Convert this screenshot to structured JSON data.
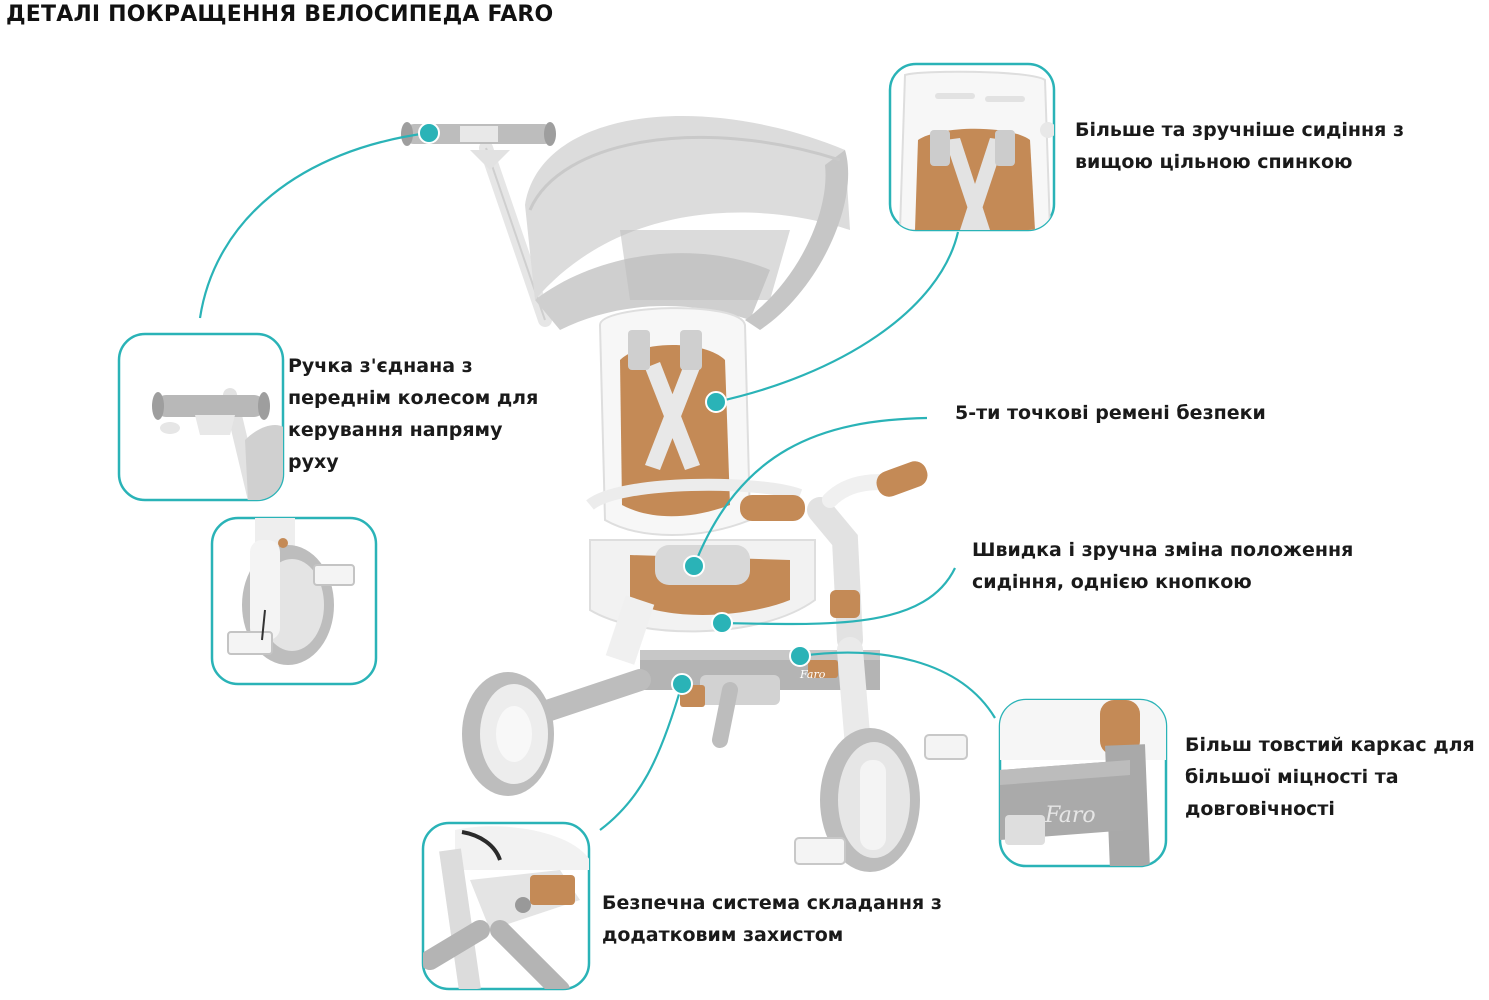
{
  "title": "ДЕТАЛІ ПОКРАЩЕННЯ ВЕЛОСИПЕДА FARO",
  "colors": {
    "accent": "#2ab3b7",
    "frame": "#dcdcdc",
    "frame_dark": "#a9a9a9",
    "seat": "#c48a56",
    "white": "#ffffff"
  },
  "features": {
    "handle": [
      "Ручка з'єднана з",
      "переднім колесом для",
      "керування напряму",
      "руху"
    ],
    "seat": [
      "Більше та зручніше сидіння з",
      "вищою цільною спинкою"
    ],
    "belts": [
      "5-ти точкові ремені безпеки"
    ],
    "seat_position": [
      "Швидка і зручна зміна положення",
      "сидіння, однією кнопкою"
    ],
    "frame": [
      "Більш товстий каркас для",
      "більшої міцності та",
      "довговічності"
    ],
    "folding": [
      "Безпечна система складання з",
      "додатковим захистом"
    ]
  },
  "brand_mark": "Faro"
}
